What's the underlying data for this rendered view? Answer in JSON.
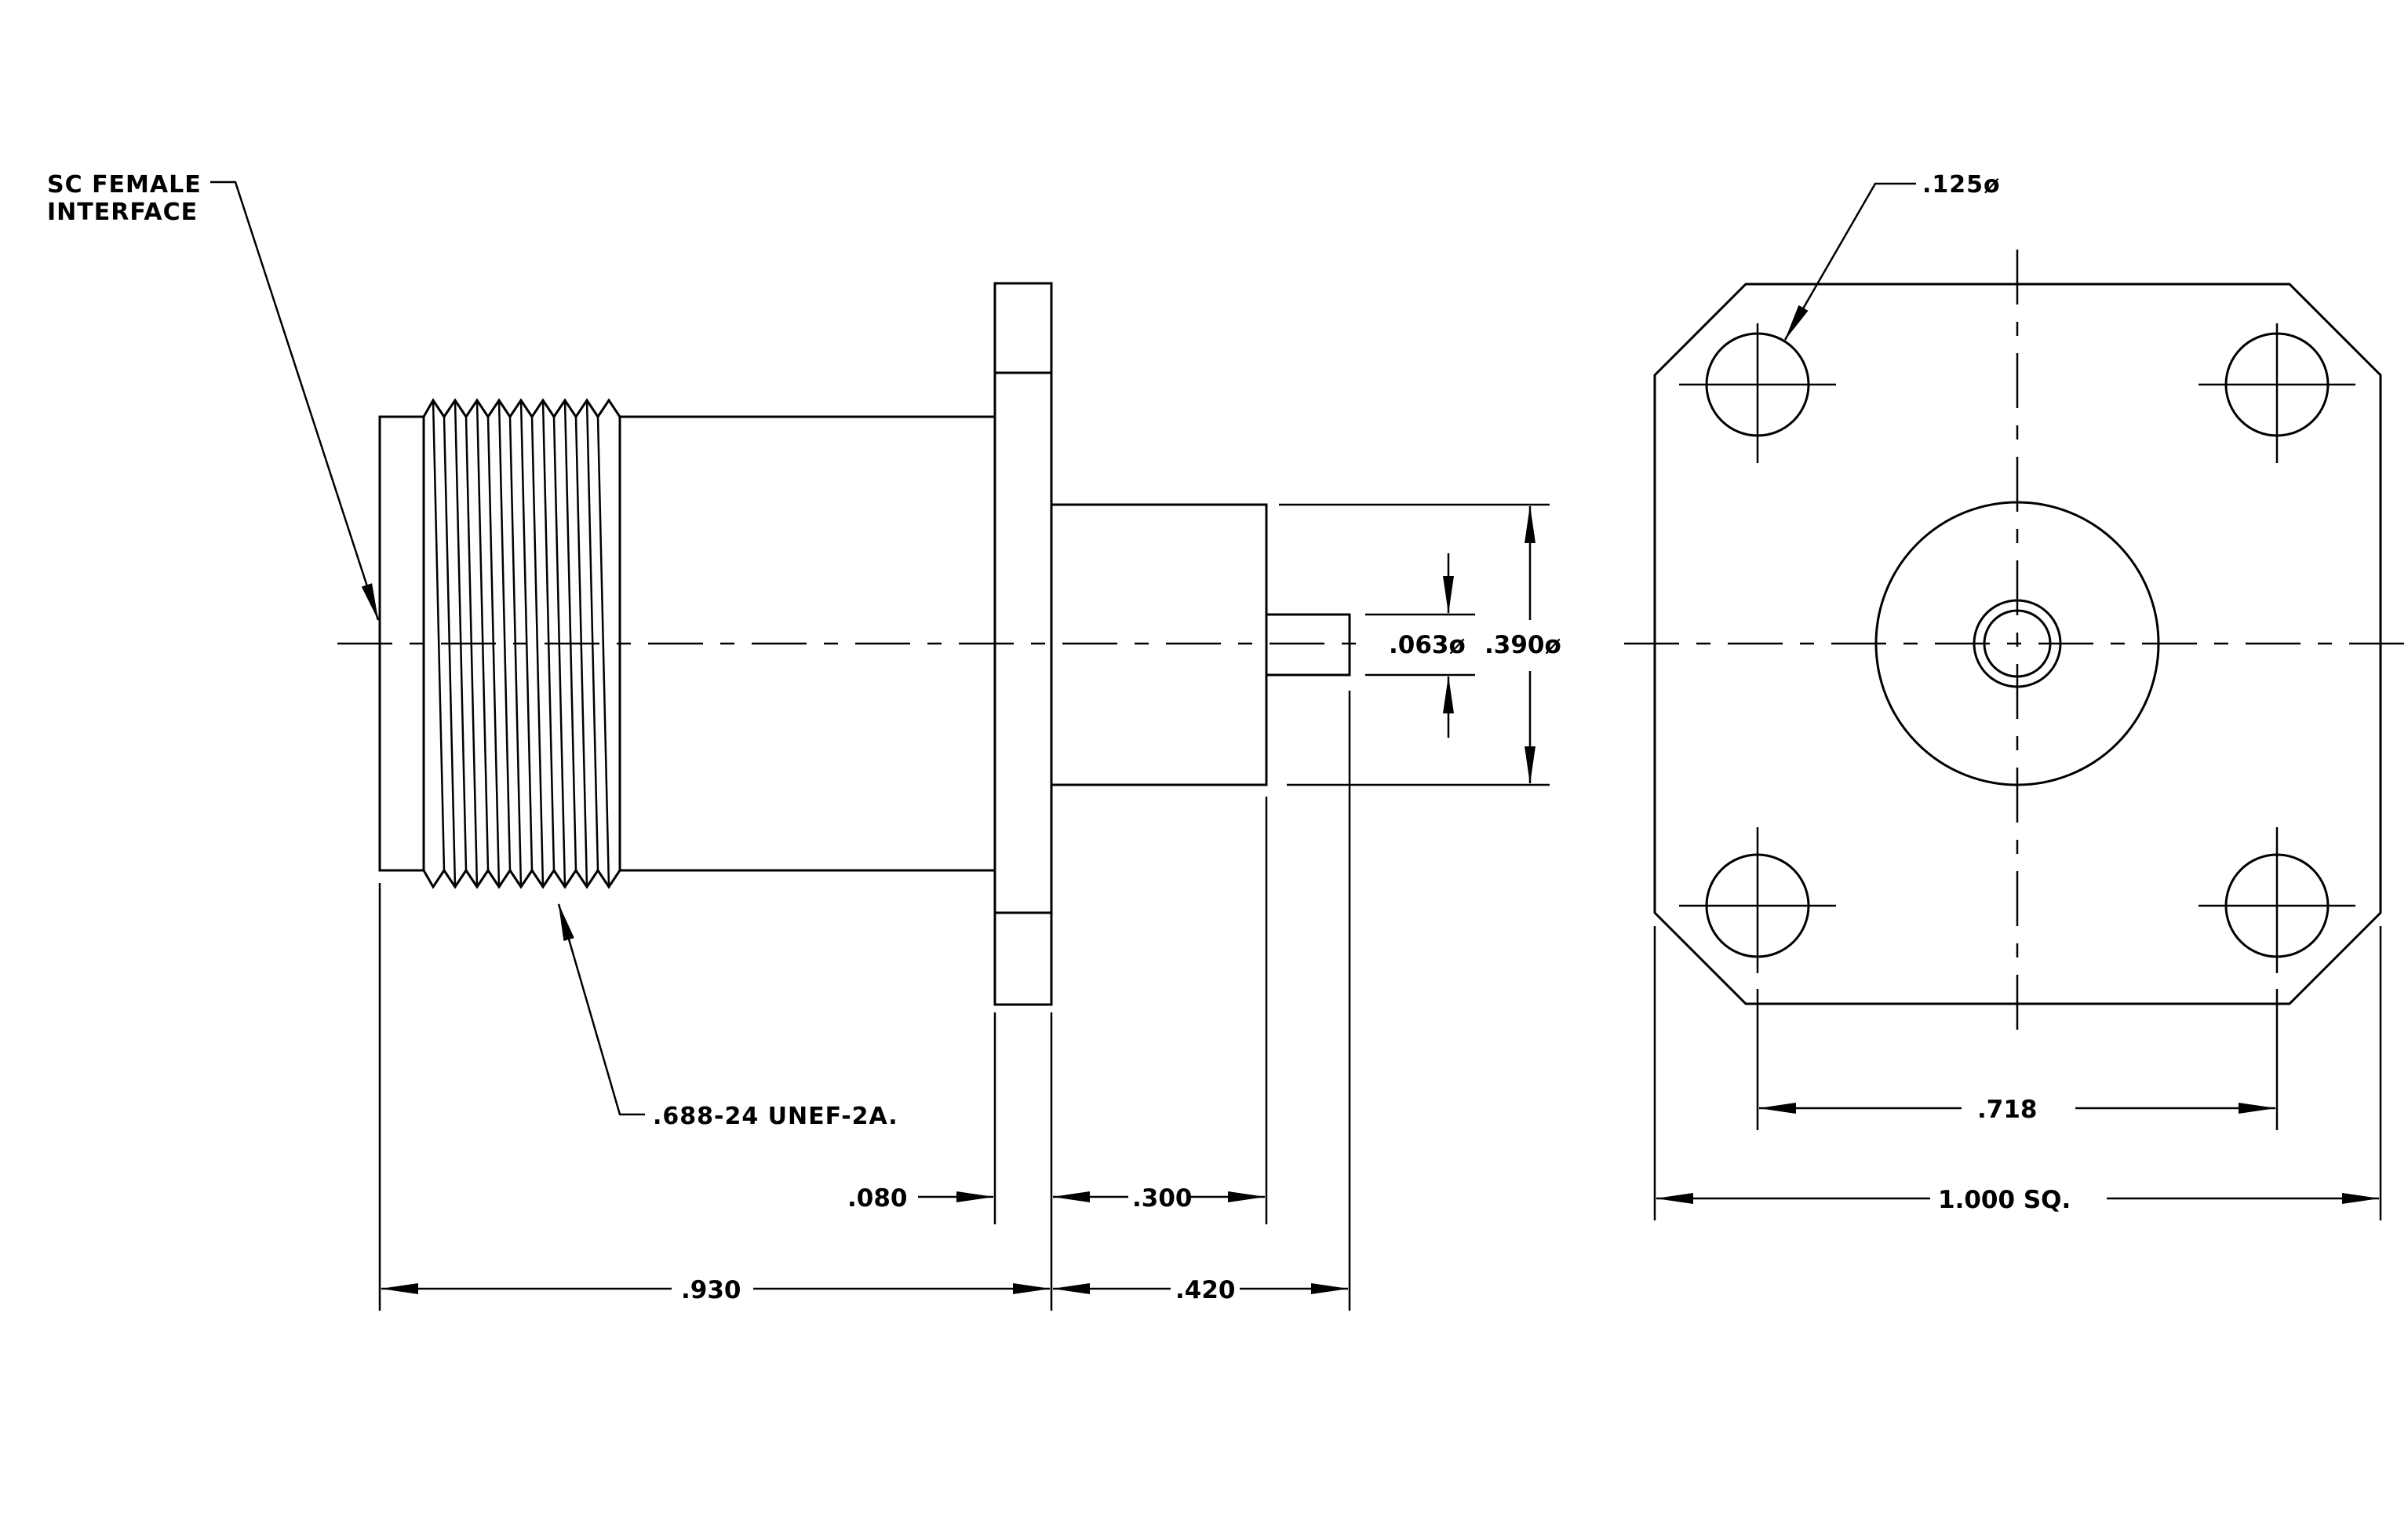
{
  "labels": {
    "interface_line1": "SC FEMALE",
    "interface_line2": "INTERFACE",
    "thread": ".688-24 UNEF-2A.",
    "hole_dia": ".125ø"
  },
  "dimensions": {
    "flange_thickness": ".080",
    "body_length": ".300",
    "overall_length": ".930",
    "rear_length": ".420",
    "pin_dia": ".063ø",
    "body_dia": ".390ø",
    "hole_spacing": ".718",
    "flange_size": "1.000 SQ."
  }
}
